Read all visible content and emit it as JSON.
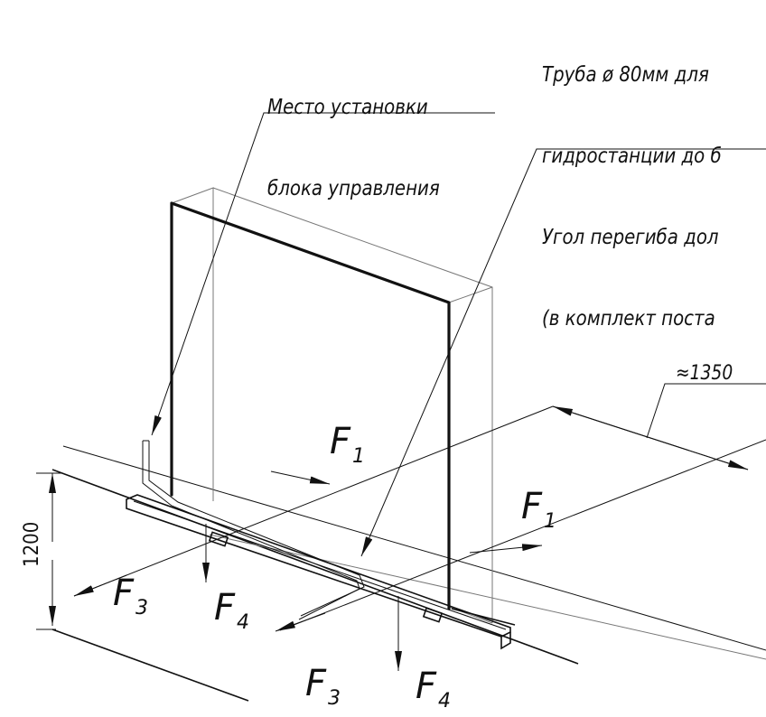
{
  "notes": {
    "control_unit": [
      "Место установки",
      "блока управления"
    ],
    "pipe": [
      "Труба ø 80мм для",
      "гидростанции до б",
      "Угол перегиба дол",
      "(в комплект поста"
    ]
  },
  "dimensions": {
    "depth": "≈1350",
    "height": "1200"
  },
  "forces": {
    "f1": {
      "letter": "F",
      "index": "1"
    },
    "f3": {
      "letter": "F",
      "index": "3"
    },
    "f4": {
      "letter": "F",
      "index": "4"
    }
  }
}
